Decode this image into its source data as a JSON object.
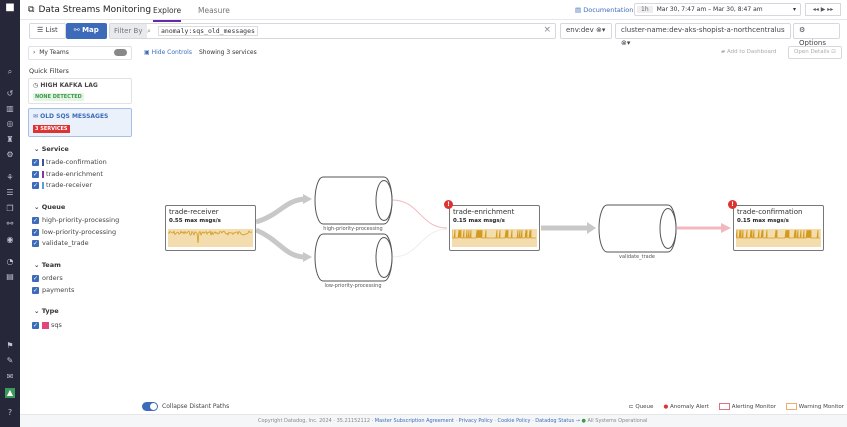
{
  "header": {
    "title": "Data Streams Monitoring",
    "tabs": [
      "Explore",
      "Measure"
    ],
    "documentation": "Documentation",
    "time_preset": "1h",
    "time_range": "Mar 30, 7:47 am – Mar 30, 8:47 am"
  },
  "toolbar": {
    "list": "List",
    "map": "Map",
    "filter_by": "Filter By",
    "query": "anomaly:sqs_old_messages",
    "env": "env:dev",
    "cluster": "cluster-name:dev-aks-shopist-a-northcentralus",
    "options": "Options"
  },
  "controls": {
    "my_teams": "My Teams",
    "hide_controls": "Hide Controls",
    "showing": "Showing 3 services",
    "add_dashboard": "Add to Dashboard",
    "open_details": "Open Details"
  },
  "sidebar": {
    "quick_filters": "Quick Filters",
    "qf": [
      {
        "title": "HIGH KAFKA LAG",
        "badge": "NONE DETECTED"
      },
      {
        "title": "OLD SQS MESSAGES",
        "badge": "3 SERVICES"
      }
    ],
    "service": {
      "label": "Service",
      "items": [
        {
          "label": "trade-confirmation",
          "color": "#3d4fa0"
        },
        {
          "label": "trade-enrichment",
          "color": "#8b2fa8"
        },
        {
          "label": "trade-receiver",
          "color": "#5aa0d8"
        }
      ]
    },
    "queue": {
      "label": "Queue",
      "items": [
        "high-priority-processing",
        "low-priority-processing",
        "validate_trade"
      ]
    },
    "team": {
      "label": "Team",
      "items": [
        "orders",
        "payments"
      ]
    },
    "type": {
      "label": "Type",
      "items": [
        "sqs"
      ]
    }
  },
  "map": {
    "nodes": [
      {
        "name": "trade-receiver",
        "metric": "0.55 max msgs/s",
        "alert": false
      },
      {
        "name": "trade-enrichment",
        "metric": "0.15 max msgs/s",
        "alert": true
      },
      {
        "name": "trade-confirmation",
        "metric": "0.15 max msgs/s",
        "alert": true
      }
    ],
    "queues": [
      "high-priority-processing",
      "low-priority-processing",
      "validate_trade"
    ]
  },
  "bottom": {
    "collapse": "Collapse Distant Paths",
    "legend": [
      "Queue",
      "Anomaly Alert",
      "Alerting Monitor",
      "Warning Monitor"
    ]
  },
  "footer": {
    "copyright": "Copyright Datadog, Inc. 2024 · 35.21152112 ·",
    "links": [
      "Master Subscription Agreement",
      "Privacy Policy",
      "Cookie Policy",
      "Datadog Status →"
    ],
    "status": "All Systems Operational"
  }
}
